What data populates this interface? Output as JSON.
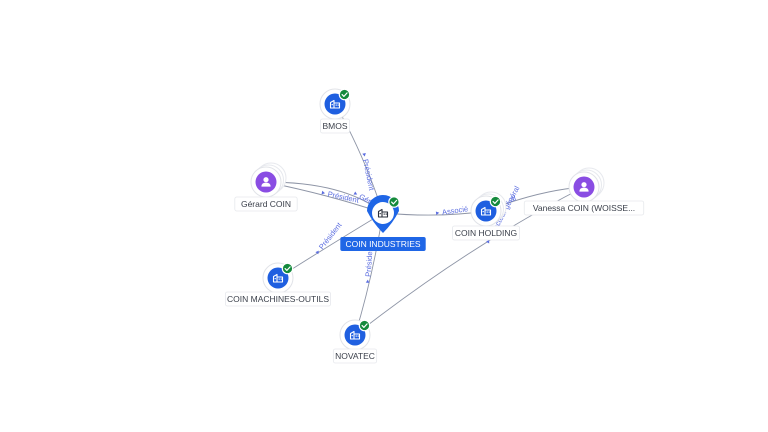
{
  "graph": {
    "nodes": [
      {
        "id": "coin-industries",
        "label": "COIN INDUSTRIES",
        "kind": "company",
        "main": true,
        "verified": true
      },
      {
        "id": "bmos",
        "label": "BMOS",
        "kind": "company",
        "verified": true
      },
      {
        "id": "gerard-coin",
        "label": "Gérard COIN",
        "kind": "person",
        "verified": false
      },
      {
        "id": "coin-machines-outils",
        "label": "COIN MACHINES-OUTILS",
        "kind": "company",
        "verified": true
      },
      {
        "id": "novatec",
        "label": "NOVATEC",
        "kind": "company",
        "verified": true
      },
      {
        "id": "coin-holding",
        "label": "COIN HOLDING",
        "kind": "company",
        "verified": true
      },
      {
        "id": "vanessa-coin",
        "label": "Vanessa COIN (WOISSE...",
        "kind": "person",
        "verified": false
      }
    ],
    "edges": [
      {
        "from": "coin-industries",
        "to": "bmos",
        "label": "Président"
      },
      {
        "from": "gerard-coin",
        "to": "coin-industries",
        "label": "Président"
      },
      {
        "from": "gerard-coin",
        "to": "coin-industries",
        "label": "Gérant"
      },
      {
        "from": "coin-industries",
        "to": "coin-machines-outils",
        "label": "Président"
      },
      {
        "from": "coin-industries",
        "to": "novatec",
        "label": "Président"
      },
      {
        "from": "coin-holding",
        "to": "coin-industries",
        "label": "Associé"
      },
      {
        "from": "vanessa-coin",
        "to": "coin-holding",
        "label": "...al"
      },
      {
        "from": "vanessa-coin",
        "to": "novatec",
        "label": "Directeur général"
      }
    ]
  },
  "colors": {
    "company": "#1f5fe0",
    "person": "#8a4de3",
    "verified": "#148a3c",
    "edge_label": "#5b6de0",
    "selected": "#1f66e6"
  },
  "icons": {
    "company": "building-icon",
    "person": "person-icon",
    "verified": "check-icon"
  }
}
